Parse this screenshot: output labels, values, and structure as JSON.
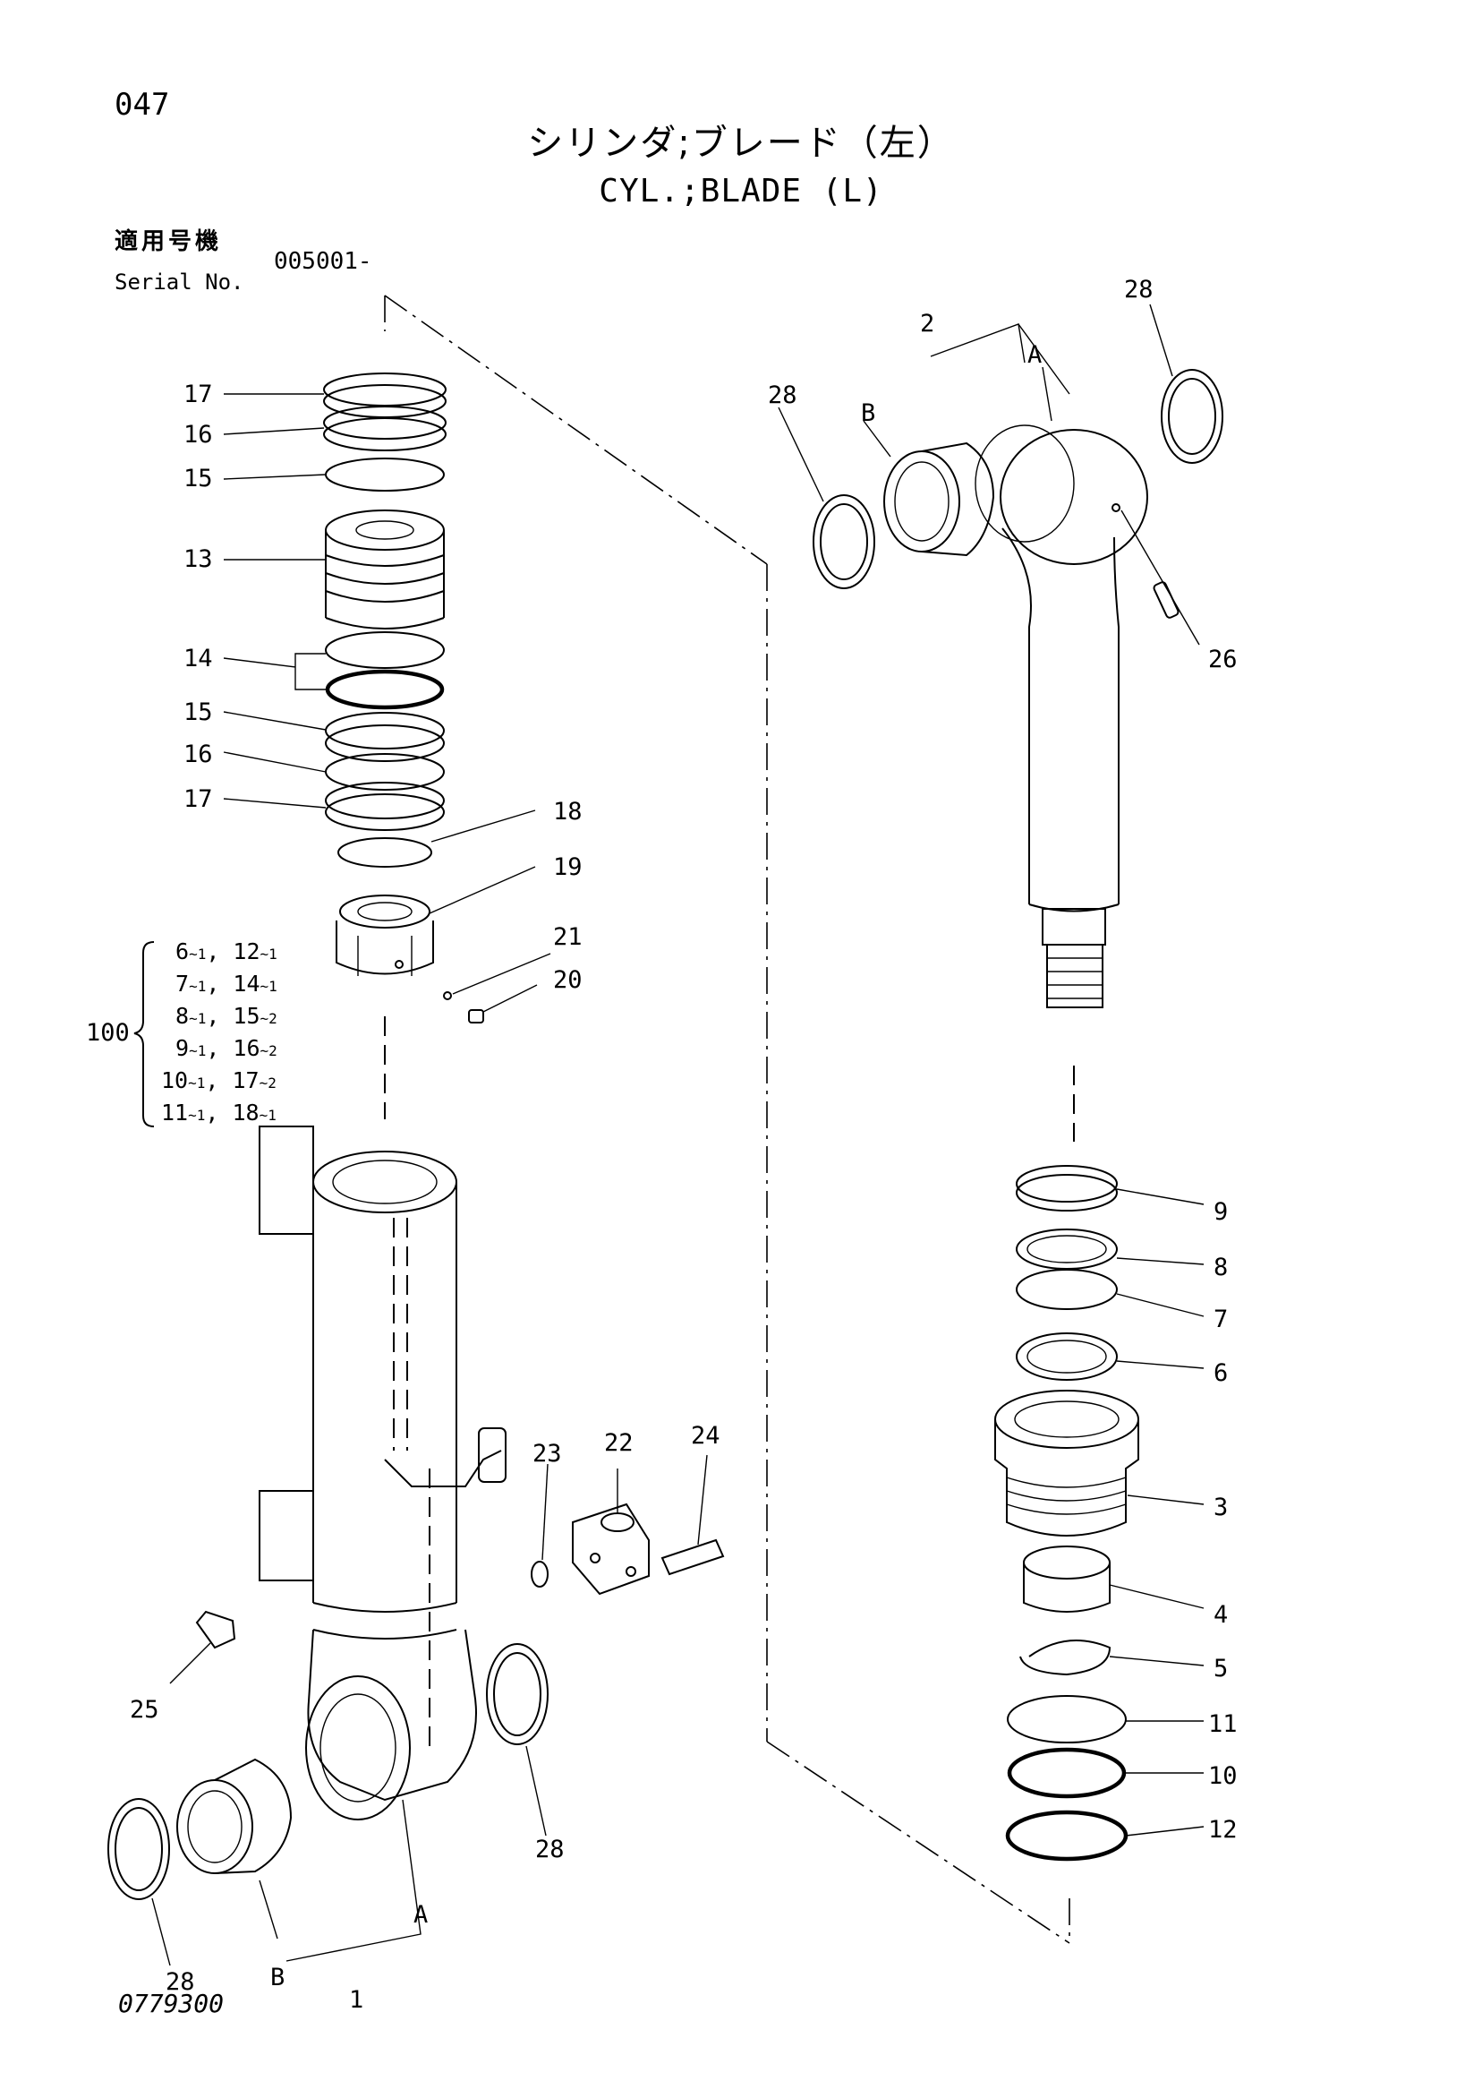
{
  "header": {
    "page_number": "047",
    "title_jp": "シリンダ;ブレード（左）",
    "title_en": "CYL.;BLADE (L)"
  },
  "serial": {
    "label_jp": "適用号機",
    "label_en": "Serial No.",
    "value": "005001-"
  },
  "footer": {
    "drawing_number": "0779300"
  },
  "kit": {
    "number": "100",
    "lines": [
      [
        "6",
        "~1",
        ", 12",
        "~1"
      ],
      [
        "7",
        "~1",
        ", 14",
        "~1"
      ],
      [
        "8",
        "~1",
        ", 15",
        "~2"
      ],
      [
        "9",
        "~1",
        ", 16",
        "~2"
      ],
      [
        "10",
        "~1",
        ", 17",
        "~2"
      ],
      [
        "11",
        "~1",
        ", 18",
        "~1"
      ]
    ]
  },
  "callouts": {
    "left": [
      "17",
      "16",
      "15",
      "13",
      "14",
      "15",
      "16",
      "17"
    ],
    "head": [
      "18",
      "19",
      "21",
      "20"
    ],
    "tube": [
      "23",
      "22",
      "24",
      "25",
      "28",
      "28",
      "A",
      "B",
      "1"
    ],
    "rod": [
      "2",
      "A",
      "B",
      "28",
      "28",
      "26"
    ],
    "piston": [
      "9",
      "8",
      "7",
      "6",
      "3",
      "4",
      "5",
      "11",
      "10",
      "12"
    ]
  }
}
